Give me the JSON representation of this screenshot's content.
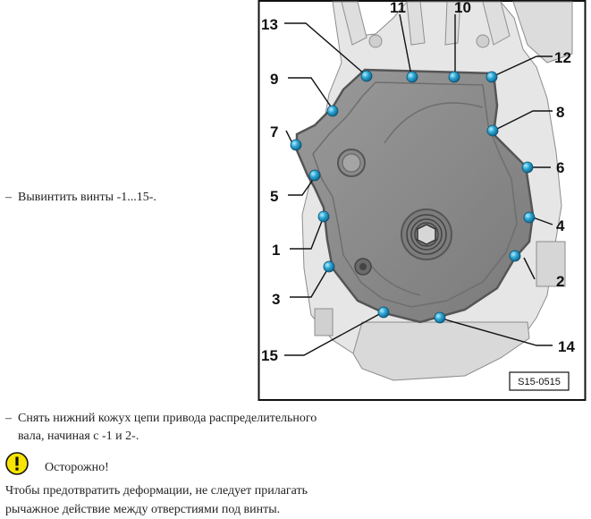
{
  "steps": [
    {
      "dash": "–",
      "text": "Вывинтить винты -1...15-."
    },
    {
      "dash": "–",
      "line1": "Снять нижний кожух цепи привода распределительного",
      "line2": "вала, начиная с -1 и 2-."
    }
  ],
  "warning": {
    "title": "Осторожно!",
    "text_line1": "Чтобы предотвратить деформации, не следует прилагать",
    "text_line2": "рычажное действие между отверстиями под винты."
  },
  "figure": {
    "id": "S15-0515",
    "bolt_color": "#2ba7d4",
    "callouts": [
      "1",
      "2",
      "3",
      "4",
      "5",
      "6",
      "7",
      "8",
      "9",
      "10",
      "11",
      "12",
      "13",
      "14",
      "15"
    ]
  }
}
